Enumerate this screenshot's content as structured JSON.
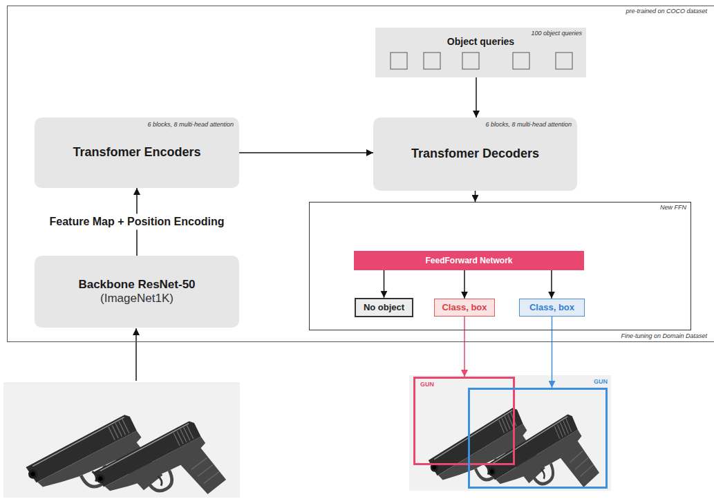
{
  "diagram": {
    "nodes": [
      {
        "text": [
          "pre-trained on COCO dataset",
          "Fine-tuning on Domain Dataset"
        ]
      },
      {
        "text": [
          "Object queries",
          "100 object queries"
        ],
        "in": 0
      },
      {
        "text": [
          "Transfomer Encoders",
          "6 blocks, 8 multi-head attention"
        ],
        "in": 0
      },
      {
        "text": [
          "Transfomer Decoders",
          "6 blocks, 8 multi-head attention"
        ],
        "in": 0
      },
      {
        "text": [
          "Backbone ResNet-50",
          "(ImageNet1K)"
        ],
        "in": 0
      },
      {
        "text": [
          "New FFN"
        ],
        "in": 0
      },
      {
        "text": [
          "FeedForward Network"
        ],
        "in": 5
      },
      {
        "text": [
          "No object"
        ],
        "in": 5
      },
      {
        "text": [
          "Class, box"
        ],
        "in": 5
      },
      {
        "text": [
          "Class, box"
        ],
        "in": 5
      },
      {
        "text": [
          "GUN"
        ]
      },
      {
        "text": [
          "GUN"
        ]
      }
    ],
    "edges": [
      {
        "from": 1,
        "to": 3,
        "arrow": "to"
      },
      {
        "from": 4,
        "to": 2,
        "label": "Feature Map + Position Encoding",
        "arrow": "to"
      },
      {
        "from": 2,
        "to": 3,
        "arrow": "to"
      },
      {
        "from": 3,
        "to": 5,
        "arrow": "to"
      },
      {
        "from": 6,
        "to": 7,
        "arrow": "to"
      },
      {
        "from": 6,
        "to": 8,
        "arrow": "to"
      },
      {
        "from": 6,
        "to": 9,
        "arrow": "to"
      },
      {
        "from": 8,
        "to": 10,
        "arrow": "to"
      },
      {
        "from": 9,
        "to": 11,
        "arrow": "to"
      }
    ]
  }
}
